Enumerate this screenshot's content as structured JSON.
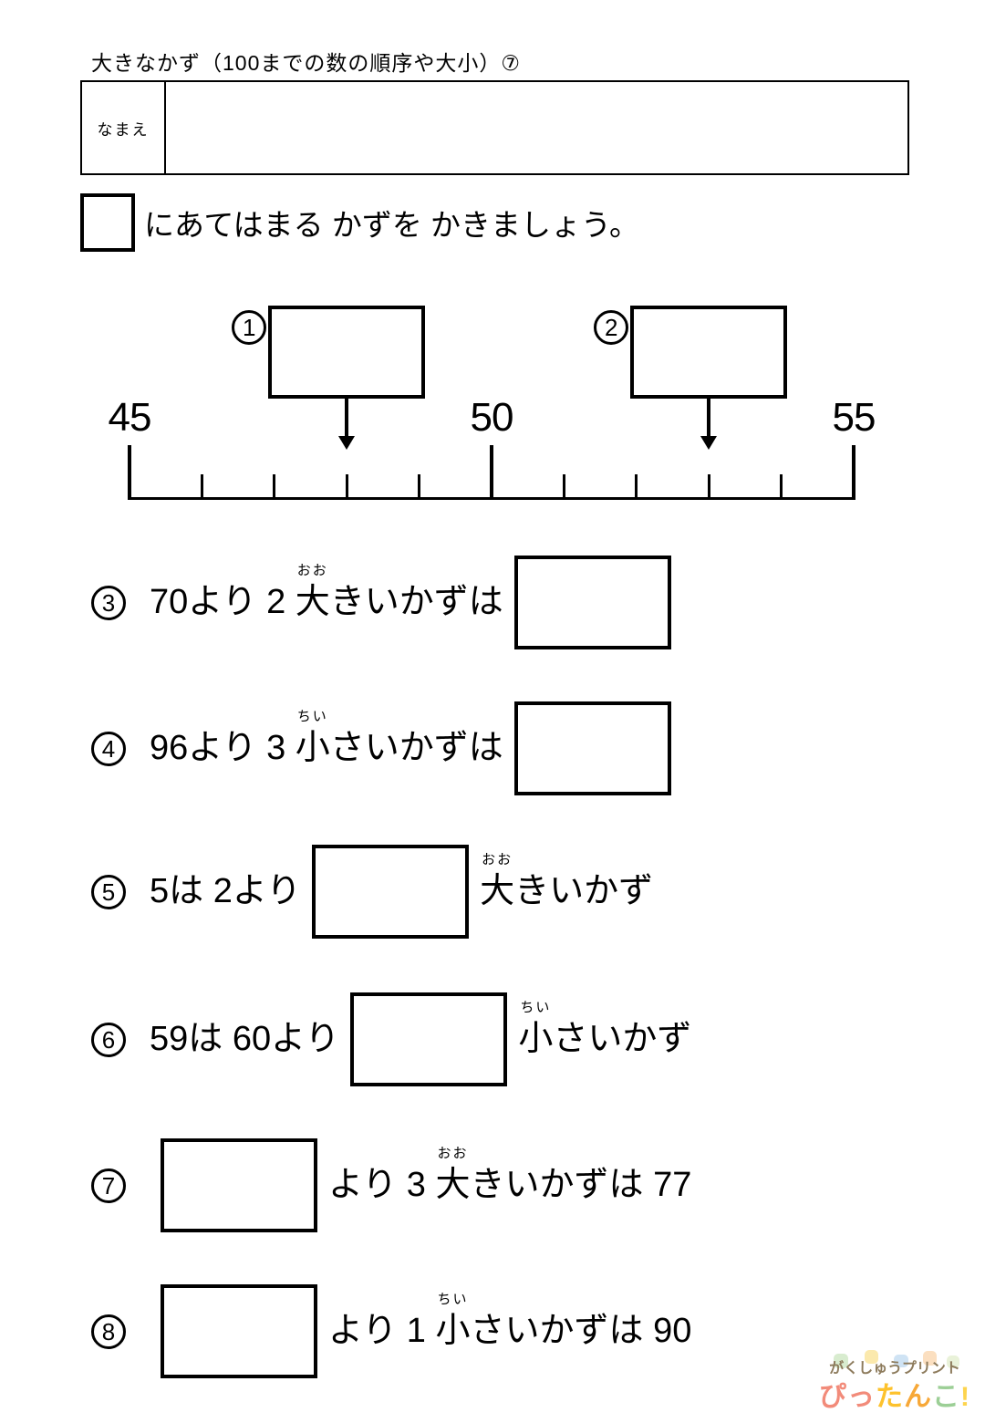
{
  "header": {
    "title": "大きなかず（100までの数の順序や大小）⑦"
  },
  "name_field": {
    "label": "なまえ",
    "value": ""
  },
  "instruction": {
    "text": "にあてはまる かずを かきましょう。"
  },
  "number_line": {
    "min": 45,
    "max": 55,
    "major_tick_step": 5,
    "tick_labels": [
      "45",
      "50",
      "55"
    ],
    "answer_boxes": [
      {
        "label": "1",
        "points_to": 48,
        "value": ""
      },
      {
        "label": "2",
        "points_to": 53,
        "value": ""
      }
    ]
  },
  "questions": [
    {
      "number": "3",
      "segments": [
        {
          "type": "text",
          "value": "70より 2 "
        },
        {
          "type": "ruby",
          "base": "大",
          "furigana": "おお"
        },
        {
          "type": "text",
          "value": "きいかずは"
        },
        {
          "type": "answer_box",
          "value": ""
        }
      ]
    },
    {
      "number": "4",
      "segments": [
        {
          "type": "text",
          "value": "96より 3 "
        },
        {
          "type": "ruby",
          "base": "小",
          "furigana": "ちい"
        },
        {
          "type": "text",
          "value": "さいかずは"
        },
        {
          "type": "answer_box",
          "value": ""
        }
      ]
    },
    {
      "number": "5",
      "segments": [
        {
          "type": "text",
          "value": "5は 2より"
        },
        {
          "type": "answer_box",
          "value": ""
        },
        {
          "type": "ruby",
          "base": "大",
          "furigana": "おお"
        },
        {
          "type": "text",
          "value": "きいかず"
        }
      ]
    },
    {
      "number": "6",
      "segments": [
        {
          "type": "text",
          "value": "59は 60より"
        },
        {
          "type": "answer_box",
          "value": ""
        },
        {
          "type": "ruby",
          "base": "小",
          "furigana": "ちい"
        },
        {
          "type": "text",
          "value": "さいかず"
        }
      ]
    },
    {
      "number": "7",
      "segments": [
        {
          "type": "answer_box",
          "value": ""
        },
        {
          "type": "text",
          "value": "より 3 "
        },
        {
          "type": "ruby",
          "base": "大",
          "furigana": "おお"
        },
        {
          "type": "text",
          "value": "きいかずは 77"
        }
      ]
    },
    {
      "number": "8",
      "segments": [
        {
          "type": "answer_box",
          "value": ""
        },
        {
          "type": "text",
          "value": "より 1 "
        },
        {
          "type": "ruby",
          "base": "小",
          "furigana": "ちい"
        },
        {
          "type": "text",
          "value": "さいかずは 90"
        }
      ]
    }
  ],
  "logo": {
    "line1": "がくしゅうプリント",
    "line1_color": "#8d7b5c",
    "line2_chars": [
      {
        "char": "ぴ",
        "color": "#f28b7a"
      },
      {
        "char": "っ",
        "color": "#f28b7a"
      },
      {
        "char": "た",
        "color": "#fdc22d"
      },
      {
        "char": "ん",
        "color": "#f7a838"
      },
      {
        "char": "こ",
        "color": "#9ccf96"
      },
      {
        "char": "!",
        "color": "#fdd44e"
      }
    ],
    "puzzle_colors": [
      "#d8eccf",
      "#fbe9ad",
      "#cfe3f4",
      "#fbdfc0",
      "#e9f2d9"
    ]
  }
}
